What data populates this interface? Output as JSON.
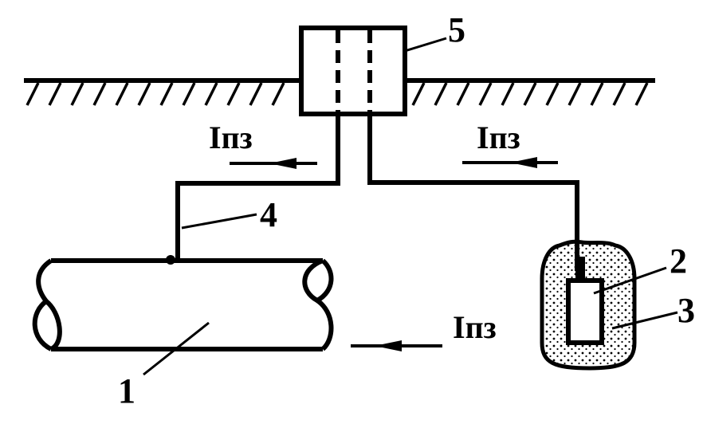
{
  "labels": {
    "pipe": "1",
    "anode": "2",
    "backfill": "3",
    "cable": "4",
    "station": "5"
  },
  "currents": {
    "left": "Iпз",
    "right": "Iпз",
    "bottom": "Iпз"
  },
  "colors": {
    "ink": "#000000",
    "background": "#ffffff"
  }
}
